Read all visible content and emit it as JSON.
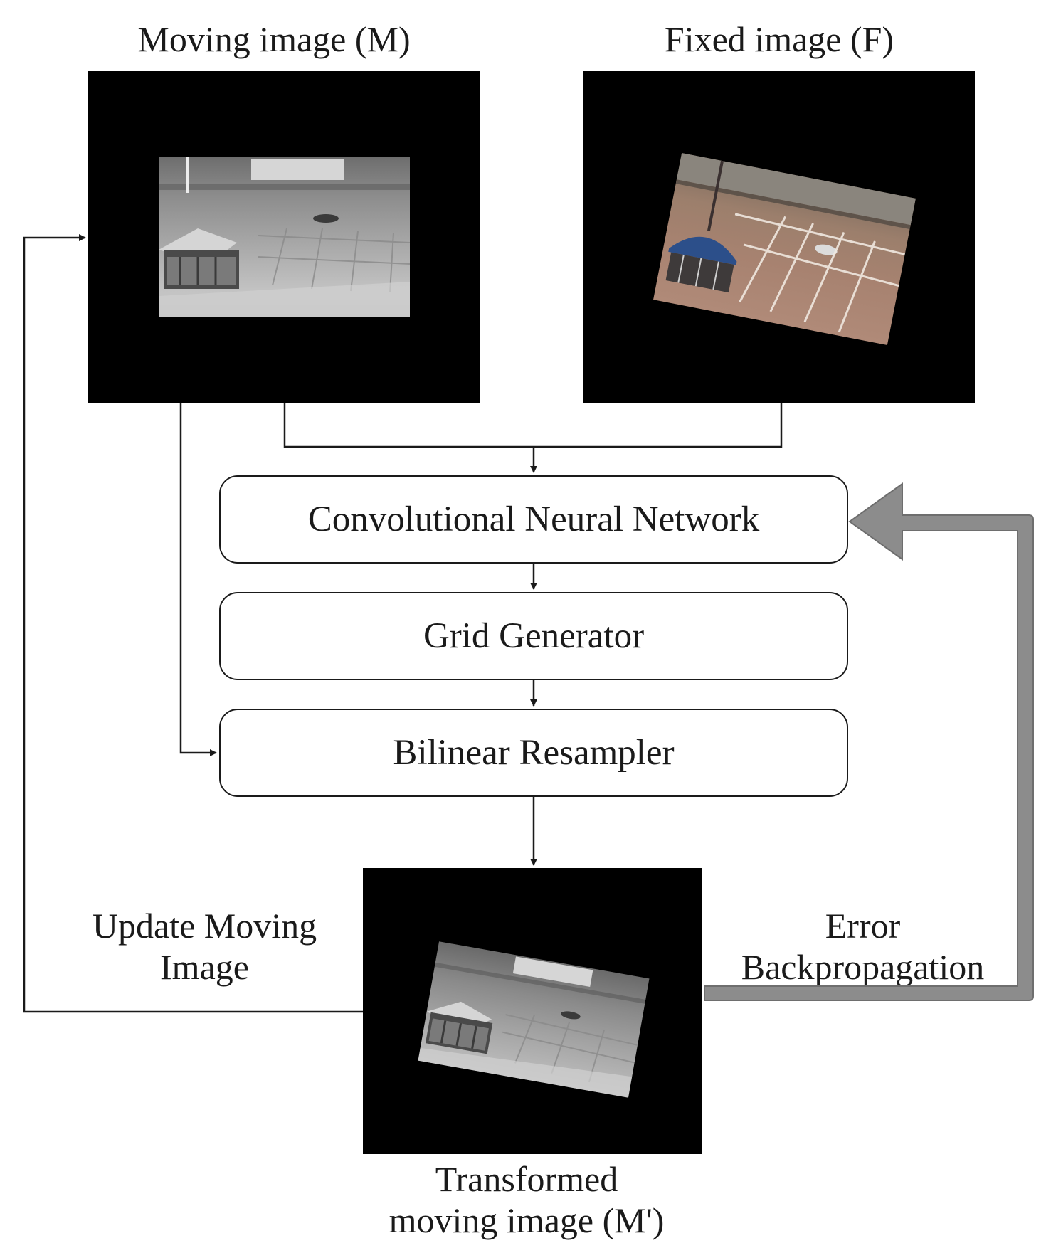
{
  "inputs": {
    "moving_label": "Moving image (M)",
    "fixed_label": "Fixed image (F)"
  },
  "pipeline": {
    "cnn": "Convolutional Neural Network",
    "grid": "Grid Generator",
    "resampler": "Bilinear Resampler"
  },
  "output": {
    "label_line1": "Transformed",
    "label_line2": "moving image (M')"
  },
  "feedback": {
    "update_line1": "Update Moving",
    "update_line2": "Image",
    "error_line1": "Error",
    "error_line2": "Backpropagation"
  },
  "colors": {
    "panel_background": "#000000",
    "line": "#1a1a1a",
    "backprop_arrow": "#8c8c8c",
    "fixed_photo_tint": "#a78270",
    "fixed_photo_canopy": "#2c4f8a"
  }
}
